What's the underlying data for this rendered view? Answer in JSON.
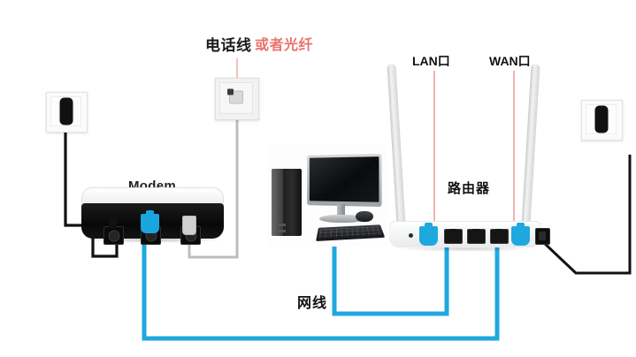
{
  "diagram": {
    "title_parts": {
      "phone_line": "电话线",
      "or_fiber": "或者光纤"
    },
    "labels": {
      "modem": "Modem",
      "lan_port": "LAN口",
      "wan_port": "WAN口",
      "router": "路由器",
      "network_cable": "网线"
    },
    "colors": {
      "highlight_red": "#e8736b",
      "leader_line_red": "#e0756f",
      "ethernet_cyan": "#1fa8df",
      "power_black": "#111111",
      "phone_gray": "#bdbdbd",
      "text_black": "#111111"
    },
    "devices": {
      "wall_jack_left": "电源插座",
      "wall_jack_center": "电话/光纤插座",
      "wall_jack_right": "电源插座",
      "modem": "Modem",
      "router": "路由器",
      "computer": "电脑"
    },
    "router_ports": {
      "lan_count": 4,
      "wan_count": 1,
      "lan1_connected": true,
      "wan_connected": true
    }
  }
}
